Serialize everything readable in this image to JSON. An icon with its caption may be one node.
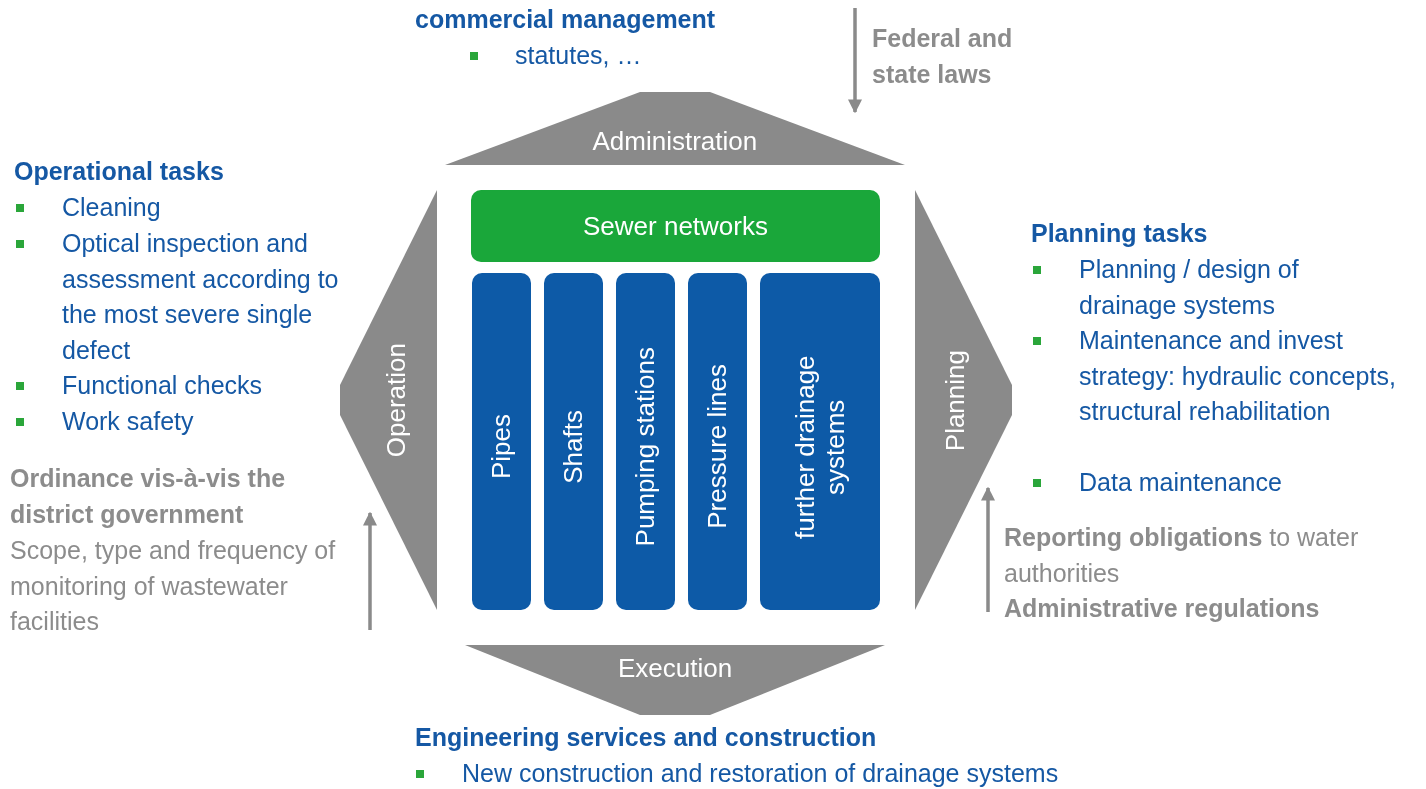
{
  "diagram": {
    "nodes": [
      {
        "text": [
          "Administration"
        ]
      },
      {
        "text": [
          "Operation"
        ]
      },
      {
        "text": [
          "Planning"
        ]
      },
      {
        "text": [
          "Execution"
        ]
      },
      {
        "text": [
          "Sewer networks"
        ]
      },
      {
        "text": [
          "Pipes"
        ]
      },
      {
        "text": [
          "Shafts"
        ]
      },
      {
        "text": [
          "Pumping stations"
        ]
      },
      {
        "text": [
          "Pressure lines"
        ]
      },
      {
        "text": [
          "further drainage systems"
        ]
      }
    ],
    "labels": [
      "commercial management",
      "statutes, …",
      "Federal and state laws",
      "Operational tasks",
      "Cleaning",
      "Optical inspection and assessment according to the most severe single defect",
      "Functional checks",
      "Work safety",
      "Ordinance vis-à-vis the district government",
      "Scope, type and frequency of monitoring of wastewater facilities",
      "Planning tasks",
      "Planning / design of drainage systems",
      "Maintenance and invest strategy: hydraulic concepts, structural rehabilitation",
      "Data maintenance",
      "**Reporting obligations** to water authorities",
      "Administrative regulations",
      "Engineering services and construction",
      "New construction and restoration of drainage systems"
    ]
  }
}
